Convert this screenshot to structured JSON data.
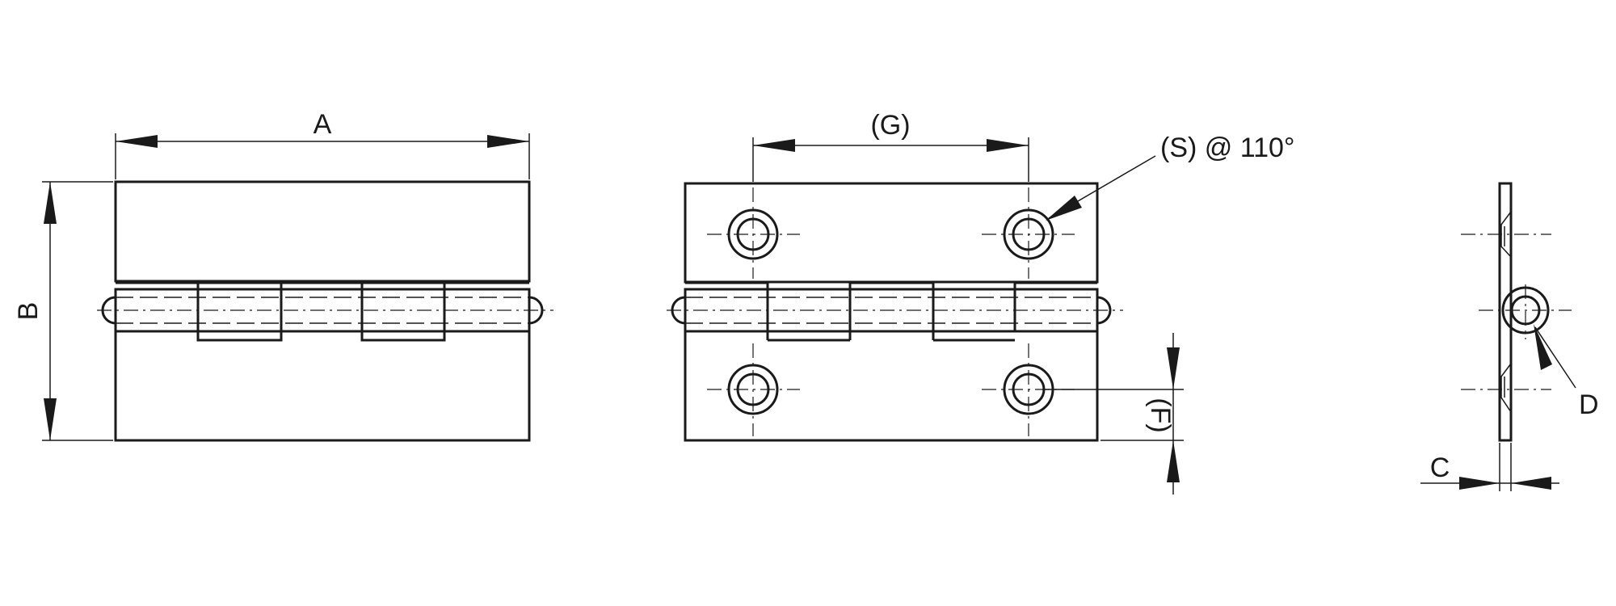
{
  "labels": {
    "A": "A",
    "B": "B",
    "G": "(G)",
    "S": "(S) @ 110°",
    "F": "(F)",
    "C": "C",
    "D": "D"
  }
}
